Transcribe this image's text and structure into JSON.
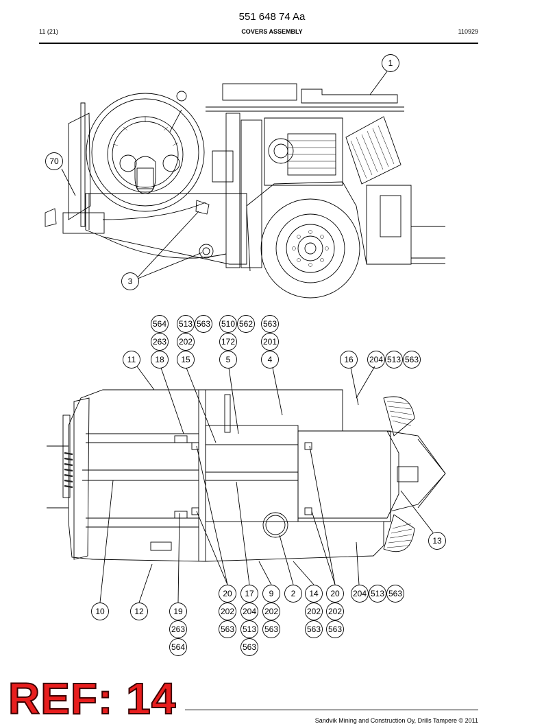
{
  "header": {
    "doc_number": "551 648 74 Aa",
    "page": "11 (21)",
    "title": "COVERS ASSEMBLY",
    "date": "110929"
  },
  "callouts": {
    "c1": "1",
    "c70": "70",
    "c3": "3",
    "c564a": "564",
    "c513a": "513",
    "c563a": "563",
    "c510": "510",
    "c562": "562",
    "c563b": "563",
    "c263a": "263",
    "c202a": "202",
    "c172": "172",
    "c201": "201",
    "c11": "11",
    "c18": "18",
    "c15": "15",
    "c5": "5",
    "c4": "4",
    "c16": "16",
    "c204a": "204",
    "c513b": "513",
    "c563c": "563",
    "c13": "13",
    "c20a": "20",
    "c17": "17",
    "c9": "9",
    "c2": "2",
    "c14": "14",
    "c20b": "20",
    "c204b": "204",
    "c513c": "513",
    "c563d": "563",
    "c10": "10",
    "c12": "12",
    "c19": "19",
    "c202b": "202",
    "c204c": "204",
    "c202c": "202",
    "c202d": "202",
    "c202e": "202",
    "c263b": "263",
    "c563e": "563",
    "c513d": "513",
    "c563f": "563",
    "c563g": "563",
    "c563h": "563",
    "c564b": "564",
    "c563i": "563"
  },
  "stamp": {
    "text": "REF: 14"
  },
  "footer": {
    "text": "Sandvik Mining and Construction Oy, Drills Tampere © 2011"
  }
}
